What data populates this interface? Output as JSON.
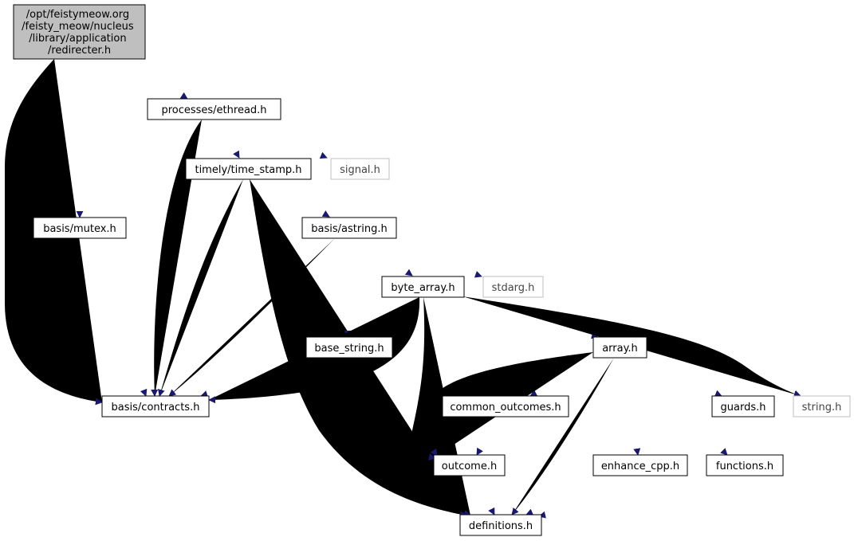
{
  "colors": {
    "edge": "#191970",
    "root_fill": "#bfbfbf",
    "node_border": "#000000",
    "external_border": "#bfbfbf"
  },
  "graph": {
    "nodes": {
      "root": "/opt/feistymeow.org\n/feisty_meow/nucleus\n/library/application\n/redirecter.h",
      "ethread": "processes/ethread.h",
      "time_stamp": "timely/time_stamp.h",
      "signal": "signal.h",
      "mutex": "basis/mutex.h",
      "astring": "basis/astring.h",
      "byte_array": "byte_array.h",
      "stdarg": "stdarg.h",
      "base_string": "base_string.h",
      "array": "array.h",
      "contracts": "basis/contracts.h",
      "common_outcomes": "common_outcomes.h",
      "guards": "guards.h",
      "string": "string.h",
      "outcome": "outcome.h",
      "enhance_cpp": "enhance_cpp.h",
      "functions": "functions.h",
      "definitions": "definitions.h"
    }
  }
}
